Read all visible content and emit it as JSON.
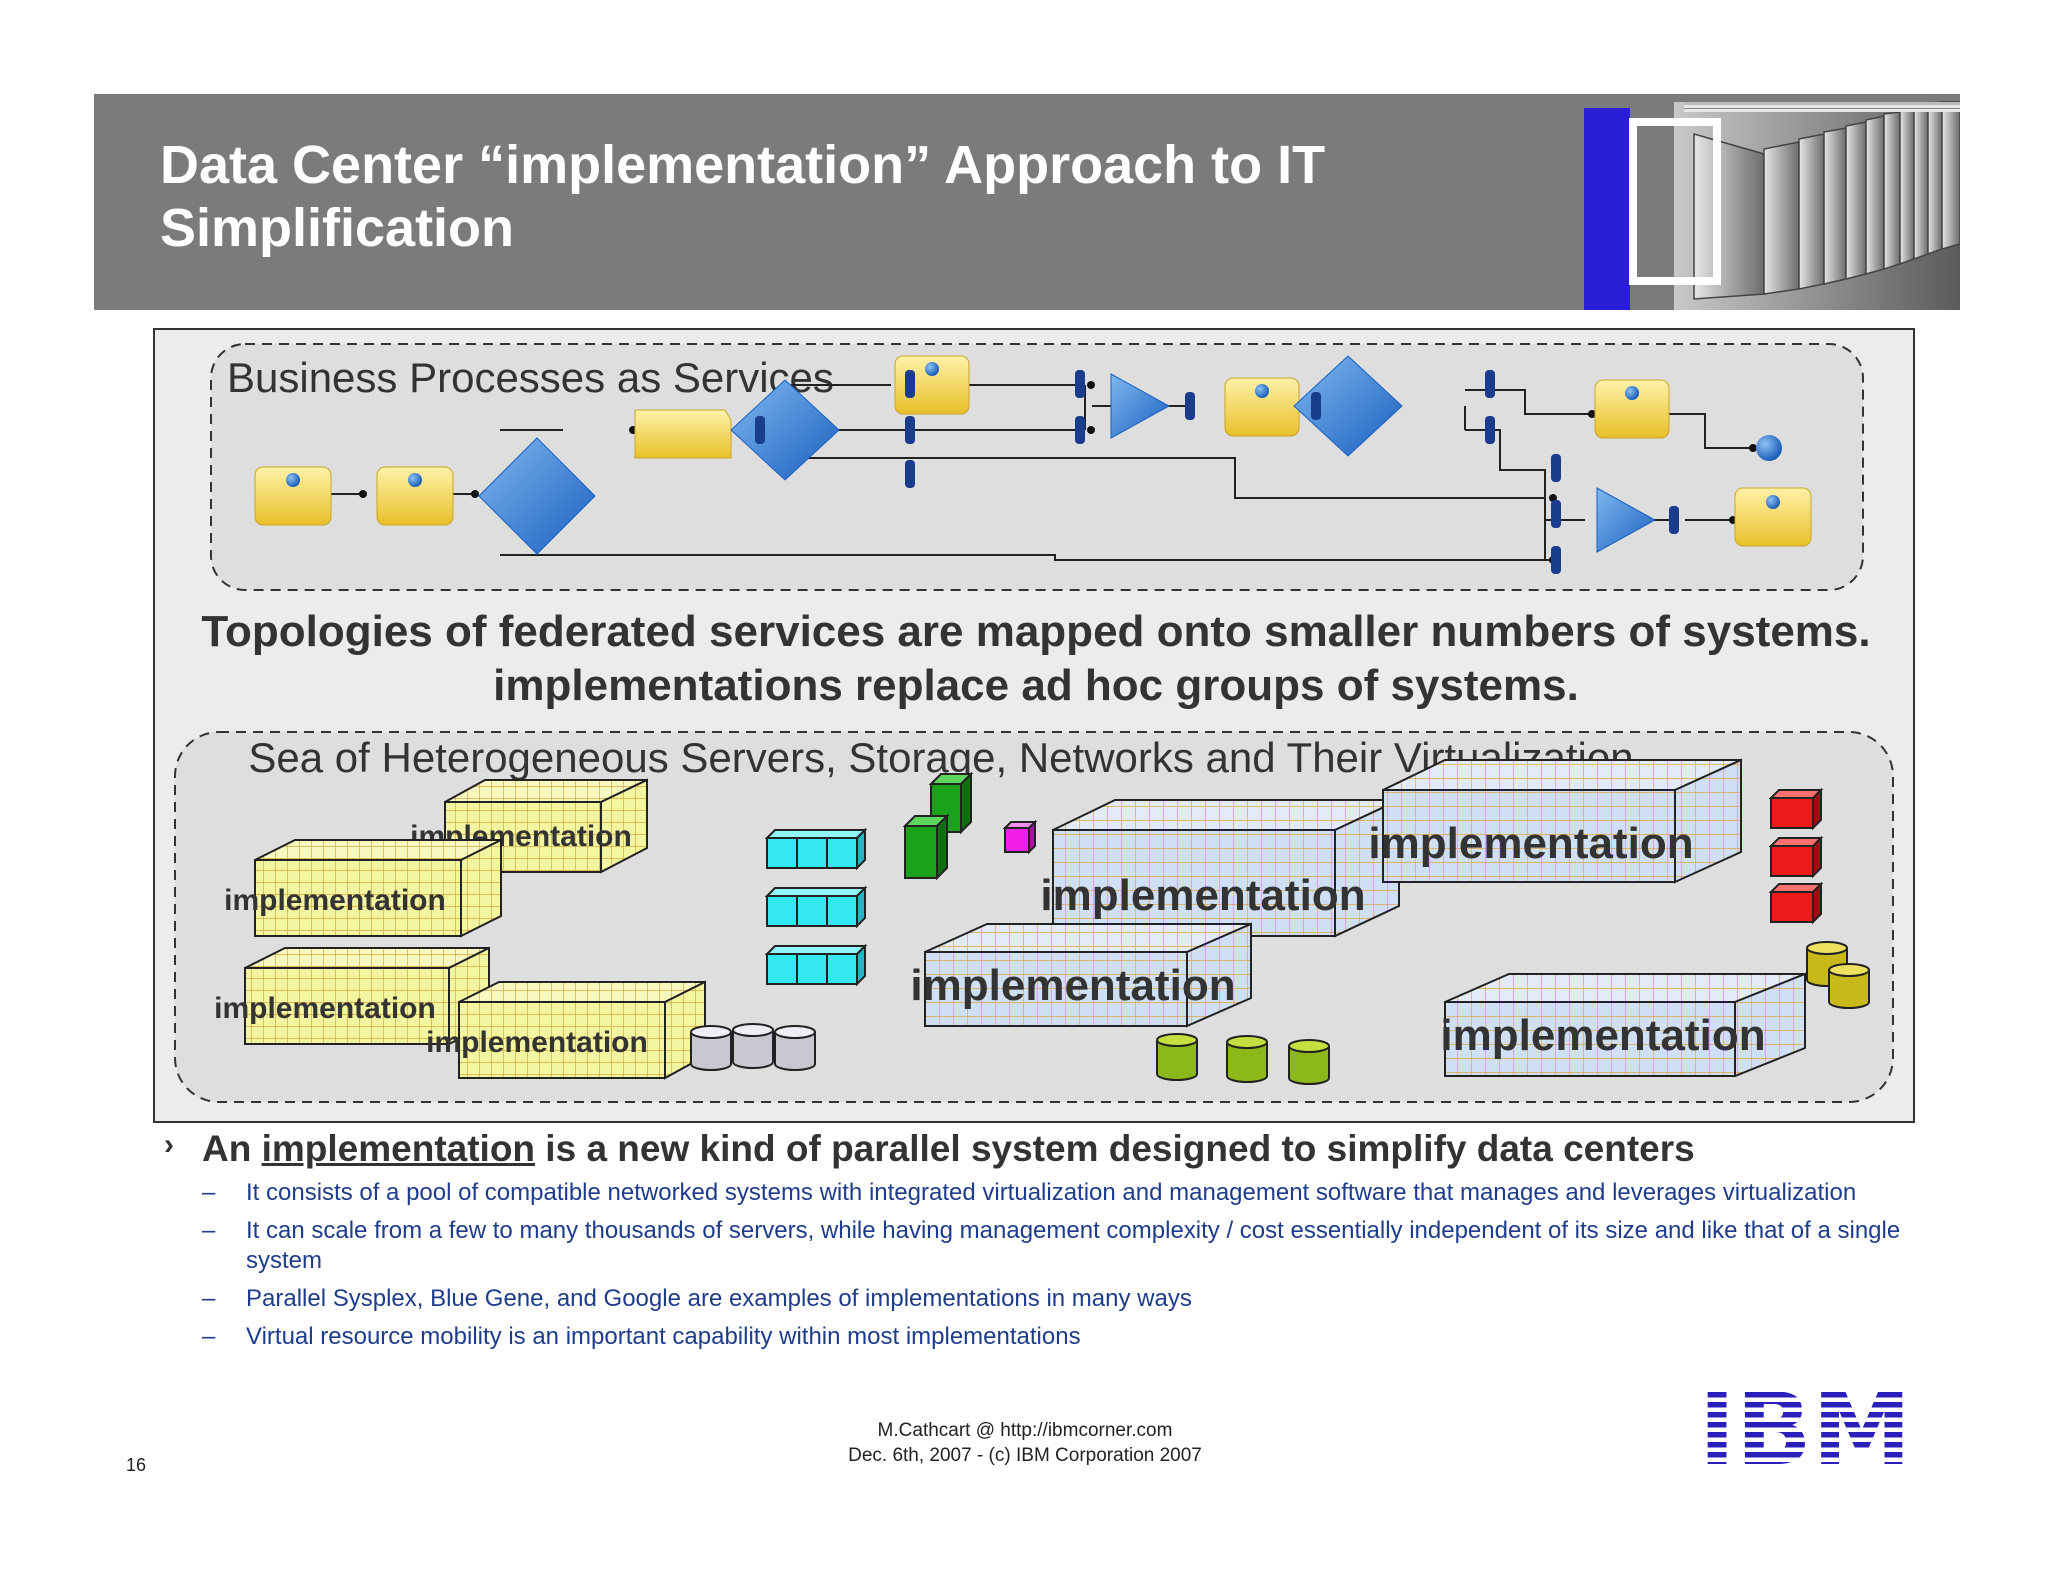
{
  "slide": {
    "title_line1": "Data Center “implementation” Approach to IT",
    "title_line2": "Simplification",
    "page_number": "16",
    "credit_line1": "M.Cathcart @ http://ibmcorner.com",
    "credit_line2": "Dec. 6th, 2007 - (c) IBM Corporation 2007",
    "logo_text": "IBM"
  },
  "diagram": {
    "process_label": "Business Processes as Services",
    "topology_line1": "Topologies of federated services are mapped onto smaller numbers of systems.",
    "topology_line2": "implementations replace ad hoc groups of systems.",
    "sea_label": "Sea of Heterogeneous Servers, Storage, Networks and Their Virtualization",
    "box_label": "implementation"
  },
  "bullets": {
    "main_prefix": "An ",
    "main_term": "implementation",
    "main_suffix": " is a new kind of parallel system designed to simplify data centers",
    "sub": [
      "It consists of a pool of compatible networked systems with integrated virtualization and management software that manages and leverages virtualization",
      "It can scale from a few to many thousands of servers, while having management complexity / cost essentially independent of its size and like that of a single system",
      "Parallel Sysplex, Blue Gene, and Google are examples of implementations in many ways",
      "Virtual resource mobility is an important capability within most implementations"
    ]
  },
  "colors": {
    "header_bg": "#7b7b7b",
    "accent_blue": "#2a1fd6",
    "service_yellow": "#f5d64a",
    "diamond_blue": "#3a86d8",
    "bullet_blue": "#1d3c8c"
  }
}
